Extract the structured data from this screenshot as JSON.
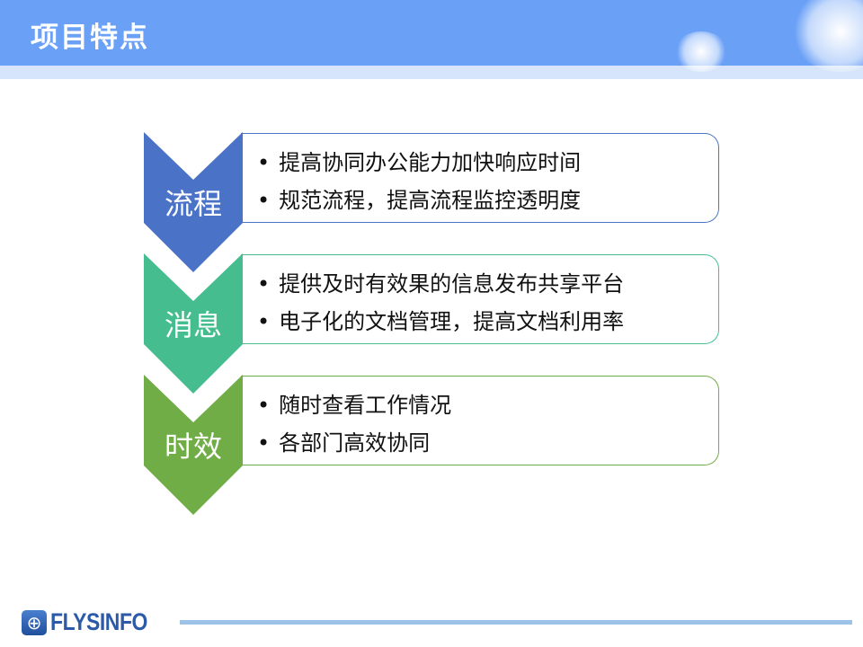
{
  "slide": {
    "title": "项目特点"
  },
  "steps": [
    {
      "label": "流程",
      "color": "#4a72c6",
      "items": [
        "提高协同办公能力加快响应时间",
        "规范流程，提高流程监控透明度"
      ]
    },
    {
      "label": "消息",
      "color": "#45bd8f",
      "items": [
        "提供及时有效果的信息发布共享平台",
        "电子化的文档管理，提高文档利用率"
      ]
    },
    {
      "label": "时效",
      "color": "#70ad47",
      "items": [
        "随时查看工作情况",
        "各部门高效协同"
      ]
    }
  ],
  "footer": {
    "logo_text": "FLYSINFO"
  }
}
